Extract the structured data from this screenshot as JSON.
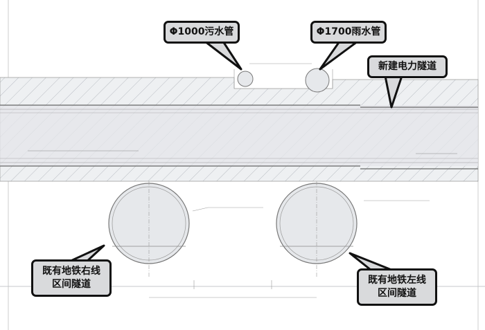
{
  "callouts": {
    "sewer_pipe": "Φ1000污水管",
    "rain_pipe": "Φ1700雨水管",
    "power_tunnel": "新建电力隧道",
    "metro_right_line1": "既有地铁右线",
    "metro_right_line2": "区间隧道",
    "metro_left_line1": "既有地铁左线",
    "metro_left_line2": "区间隧道"
  },
  "colors": {
    "fill": "#e6e8eb",
    "hatch": "#b8bcc2",
    "line": "#777b80",
    "callout_bg": "#d9dadc"
  }
}
